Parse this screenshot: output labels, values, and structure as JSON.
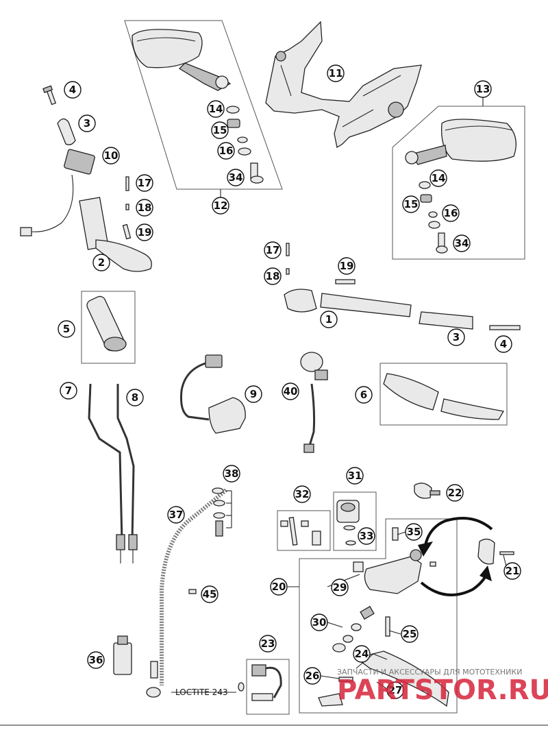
{
  "callouts": {
    "c1": "1",
    "c2": "2",
    "c3a": "3",
    "c3b": "3",
    "c4a": "4",
    "c4b": "4",
    "c5": "5",
    "c6": "6",
    "c7": "7",
    "c8": "8",
    "c9": "9",
    "c10": "10",
    "c11": "11",
    "c12": "12",
    "c13": "13",
    "c14a": "14",
    "c14b": "14",
    "c15a": "15",
    "c15b": "15",
    "c16a": "16",
    "c16b": "16",
    "c17a": "17",
    "c17b": "17",
    "c18a": "18",
    "c18b": "18",
    "c19a": "19",
    "c19b": "19",
    "c20": "20",
    "c21": "21",
    "c22": "22",
    "c23": "23",
    "c24": "24",
    "c25": "25",
    "c26": "26",
    "c27": "27",
    "c29": "29",
    "c30": "30",
    "c31": "31",
    "c32": "32",
    "c33": "33",
    "c34a": "34",
    "c34b": "34",
    "c35": "35",
    "c36": "36",
    "c37": "37",
    "c38": "38",
    "c40": "40",
    "c45": "45"
  },
  "labels": {
    "loctite": "LOCTITE 243"
  },
  "watermark": {
    "tagline": "ЗАПЧАСТИ И АКСЕССУАРЫ ДЛЯ МОТОТЕХНИКИ",
    "logo": "PARTSTOR.RU",
    "color": "#d6243a"
  }
}
